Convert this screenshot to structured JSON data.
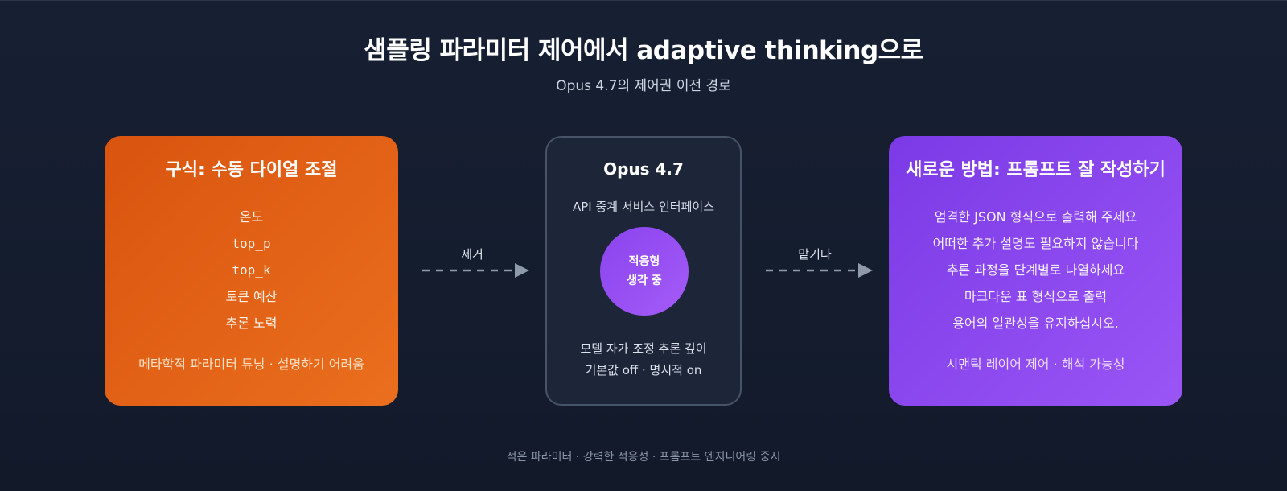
{
  "header": {
    "title": "샘플링 파라미터 제어에서 adaptive thinking으로",
    "subtitle": "Opus 4.7의 제어권 이전 경로"
  },
  "left_card": {
    "title": "구식: 수동 다이얼 조절",
    "items": [
      "온도",
      "top_p",
      "top_k",
      "토큰 예산",
      "추론 노력"
    ],
    "footer": "메타학적 파라미터 튜닝 · 설명하기 어려움"
  },
  "arrows": {
    "left_label": "제거",
    "right_label": "맡기다"
  },
  "middle_card": {
    "title": "Opus 4.7",
    "subtitle": "API 중계 서비스 인터페이스",
    "circle_line1": "적응형",
    "circle_line2": "생각 중",
    "footer_line1": "모델 자가 조정 추론 깊이",
    "footer_line2": "기본값 off · 명시적 on"
  },
  "right_card": {
    "title": "새로운 방법: 프롬프트 잘 작성하기",
    "items": [
      "엄격한 JSON 형식으로 출력해 주세요",
      "어떠한 추가 설명도 필요하지 않습니다",
      "추론 과정을 단계별로 나열하세요",
      "마크다운 표 형식으로 출력",
      "용어의 일관성을 유지하십시오."
    ],
    "footer": "시맨틱 레이어 제어 · 해석 가능성"
  },
  "footer": "적은 파라미터 · 강력한 적응성 · 프롬프트 엔지니어링 중시",
  "colors": {
    "background": "#172033",
    "left_card": "#e0601a",
    "middle_card_border": "#475366",
    "right_card": "#8b47ee",
    "arrow": "#8e99aa"
  }
}
